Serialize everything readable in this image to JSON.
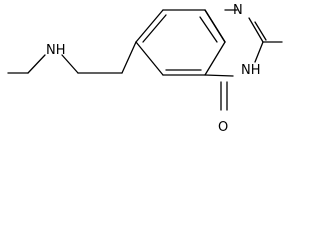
{
  "diagram": {
    "type": "chemical-structure",
    "atoms": {
      "ring_n1": "N",
      "ring_nh": "NH",
      "amine_nh": "NH",
      "carbonyl_o": "O"
    }
  }
}
